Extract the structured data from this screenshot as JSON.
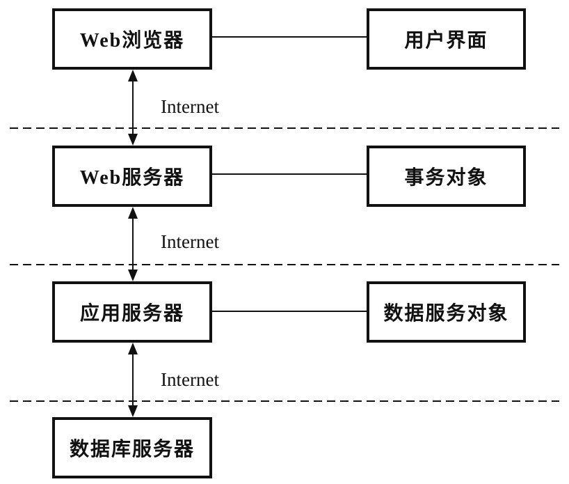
{
  "diagram": {
    "title": "multi-tier-web-architecture",
    "colors": {
      "line": "#111111",
      "background": "#ffffff"
    },
    "tiers": [
      {
        "left_box": "Web浏览器",
        "right_box": "用户界面",
        "link_label": "Internet"
      },
      {
        "left_box": "Web服务器",
        "right_box": "事务对象",
        "link_label": "Internet"
      },
      {
        "left_box": "应用服务器",
        "right_box": "数据服务对象",
        "link_label": "Internet"
      },
      {
        "left_box": "数据库服务器"
      }
    ]
  }
}
